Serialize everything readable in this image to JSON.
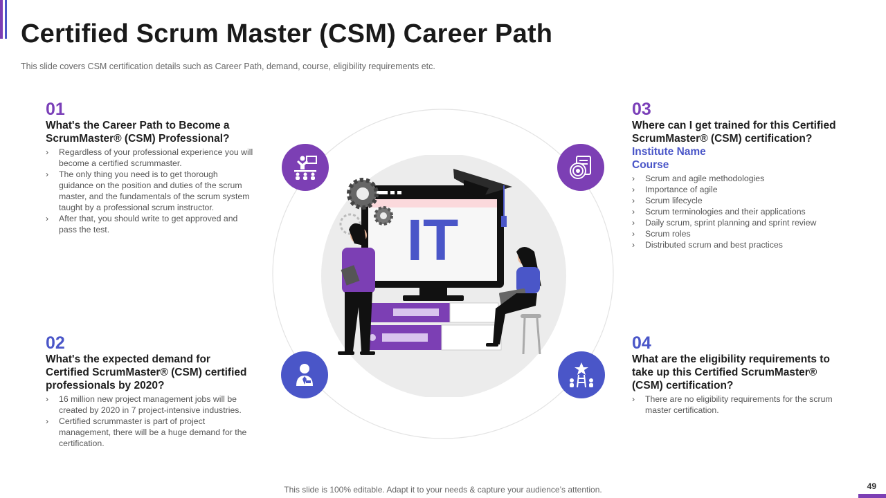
{
  "header": {
    "title": "Certified Scrum Master (CSM) Career Path",
    "subtitle": "This slide covers CSM certification details such as Career Path, demand, course, eligibility requirements  etc."
  },
  "sections": [
    {
      "number": "01",
      "question": "What's the Career Path to Become a ScrumMaster® (CSM) Professional?",
      "bullets": [
        "Regardless of your professional experience you will become a certified scrummaster.",
        "The only thing you need is to get thorough guidance on the position and duties of the scrum master, and the fundamentals of the scrum system taught by a professional scrum instructor.",
        "After that, you should write to get approved  and pass the test."
      ]
    },
    {
      "number": "02",
      "question": "What's the expected demand for Certified ScrumMaster® (CSM) certified professionals by 2020?",
      "bullets": [
        "16 million new project management jobs will be created by 2020 in 7 project-intensive industries.",
        "Certified scrummaster is part of project management, there will be a huge demand for the certification."
      ]
    },
    {
      "number": "03",
      "question": "Where can I get trained for this Certified ScrumMaster® (CSM) certification?",
      "institute": "Institute  Name",
      "course": "Course",
      "bullets": [
        "Scrum and agile methodologies",
        "Importance of agile",
        "Scrum lifecycle",
        "Scrum terminologies  and their applications",
        "Daily scrum, sprint planning and sprint review",
        "Scrum roles",
        "Distributed scrum and best practices"
      ]
    },
    {
      "number": "04",
      "question": "What are the eligibility requirements to take up this Certified ScrumMaster® (CSM) certification?",
      "bullets": [
        "There are no eligibility requirements  for the scrum master certification."
      ]
    }
  ],
  "icons": {
    "top_left": "presentation-people-icon",
    "top_right": "target-document-icon",
    "bottom_left": "professional-person-icon",
    "bottom_right": "career-ladder-icon"
  },
  "illustration": {
    "screen_text": "IT"
  },
  "colors": {
    "purple": "#7c3fb4",
    "blue": "#4a56c8"
  },
  "footer": {
    "note": "This slide is 100% editable. Adapt it to your needs & capture your audience’s attention.",
    "page_number": "49"
  }
}
